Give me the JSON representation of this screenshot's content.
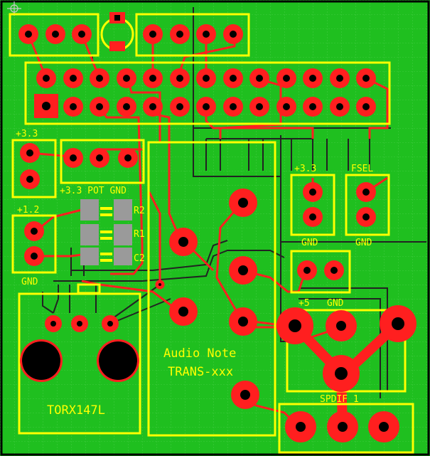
{
  "colors": {
    "board": "#1fbf1f",
    "grid": "#5fd85f",
    "copper": "#ff1f1f",
    "pad_ring": "#ff1f1f",
    "drill": "#000000",
    "silkscreen": "#ffff00",
    "dark_trace": "#222222",
    "smd_pad": "#9a9a9a",
    "outline": "#000000"
  },
  "labels": {
    "plus33_left": "+3.3",
    "pot_row": "+3.3 POT GND",
    "plus12": "+1.2",
    "gnd_left": "GND",
    "r2": "R2",
    "r1": "R1",
    "c2": "C2",
    "plus33_right": "+3.3",
    "fsel": "FSEL",
    "gnd_right1": "GND",
    "gnd_right2": "GND",
    "plus5": "+5",
    "gnd_plus5": "GND",
    "audio_note": "Audio Note",
    "trans": "TRANS-xxx",
    "spdif": "SPDIF 1",
    "torx": "TORX147L"
  },
  "icons": {
    "corner": "crosshair-icon"
  }
}
